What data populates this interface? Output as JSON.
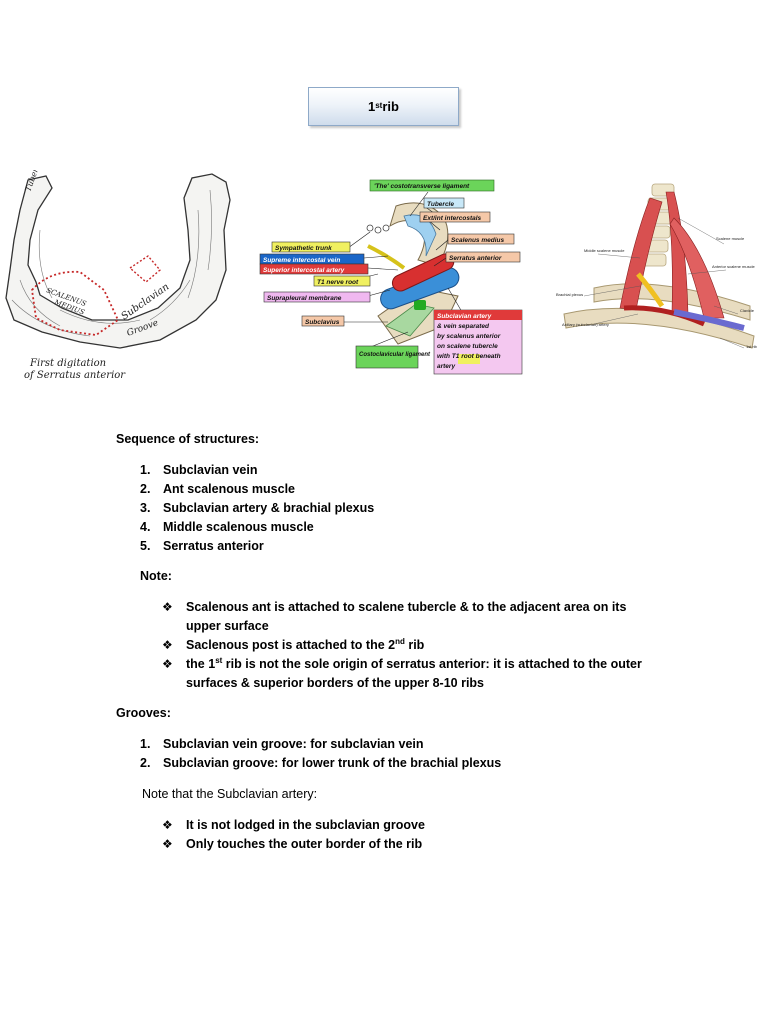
{
  "title": {
    "main": "1",
    "sup": "st",
    "rest": " rib"
  },
  "figure_rib": {
    "label_scalenus": "SCALENUS",
    "label_medius": "MEDIUS",
    "label_subclavian": "Subclavian",
    "label_groove": "Groove",
    "label_serratus_line1": "First digitation",
    "label_serratus_line2": "of Serratus anterior",
    "label_tubercle": "Tuber"
  },
  "figure_ligaments": {
    "labels": [
      "'The' costotransverse ligament",
      "Tubercle",
      "Ext/int intercostals",
      "Scalenus medius",
      "Serratus anterior",
      "Sympathetic trunk",
      "Supreme intercostal vein",
      "Superior intercostal artery",
      "T1 nerve root",
      "Suprapleural membrane",
      "Subclavius",
      "Costoclavicular ligament"
    ],
    "note_lines": [
      "Subclavian artery",
      "& vein separated",
      "by scalenus anterior",
      "on scalene tubercle",
      "with T1 root beneath",
      "artery"
    ]
  },
  "figure_neck": {
    "labels": [
      "Middle scalene muscle",
      "Scalene muscle",
      "Brachial plexus",
      "Anterior scalene muscle",
      "Axillary (subclavian) artery",
      "Clavicle",
      "1st rib"
    ]
  },
  "sequence": {
    "heading": "Sequence of structures:",
    "items": [
      {
        "num": "1.",
        "text": "Subclavian vein"
      },
      {
        "num": "2.",
        "text": "Ant scalenous muscle"
      },
      {
        "num": "3.",
        "text": "Subclavian artery & brachial plexus"
      },
      {
        "num": "4.",
        "text": "Middle scalenous muscle"
      },
      {
        "num": "5.",
        "text": "Serratus anterior"
      }
    ]
  },
  "note": {
    "heading": "Note:",
    "b1": "Scalenous ant is attached to scalene tubercle & to the adjacent area on its upper surface",
    "b2_pre": "Saclenous post is attached to the 2",
    "b2_sup": "nd",
    "b2_post": " rib",
    "b3_pre": "the 1",
    "b3_sup": "st",
    "b3_post": " rib is not the sole origin of serratus anterior: it is attached to the outer surfaces & superior borders of the upper 8-10 ribs"
  },
  "grooves": {
    "heading": "Grooves:",
    "items": [
      {
        "num": "1.",
        "text": "Subclavian vein groove: for subclavian vein"
      },
      {
        "num": "2.",
        "text": "Subclavian groove: for lower trunk of the brachial plexus"
      }
    ]
  },
  "artery_note": {
    "heading": "Note that the Subclavian artery:",
    "b1": "It is not lodged in the subclavian groove",
    "b2": "Only touches the outer border of the rib"
  },
  "icons": {
    "bullet": "❖"
  }
}
